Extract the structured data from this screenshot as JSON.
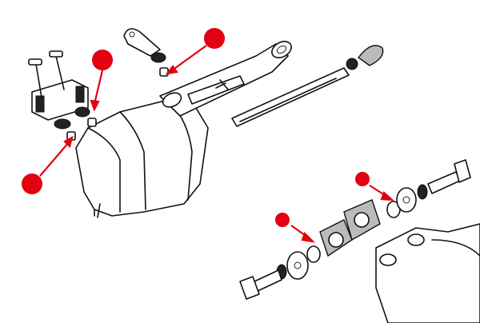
{
  "diagram": {
    "marker_color": "#e3000f",
    "line_color": "#111111",
    "background": "#ffffff",
    "markers": [
      {
        "id": "upper-left-bushing"
      },
      {
        "id": "upper-right-bushing"
      },
      {
        "id": "lower-left-bushing"
      },
      {
        "id": "mount-right-bushing"
      },
      {
        "id": "mount-left-bushing"
      }
    ]
  }
}
